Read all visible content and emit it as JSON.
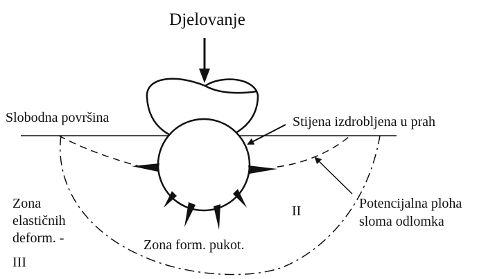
{
  "diagram": {
    "labels": {
      "action": "Djelovanje",
      "free_surface": "Slobodna površina",
      "crushed_rock": "Stijena izdrobljena u prah",
      "potential_surface_line1": "Potencijalna ploha",
      "potential_surface_line2": "sloma odlomka",
      "elastic_zone_line1": "Zona",
      "elastic_zone_line2": "elastičnih",
      "elastic_zone_line3": "deform. -",
      "elastic_zone_line4": "III",
      "zone_two": "II",
      "fracture_zone": "Zona form. pukot."
    },
    "colors": {
      "ink": "#111111",
      "background": "#ffffff"
    }
  }
}
